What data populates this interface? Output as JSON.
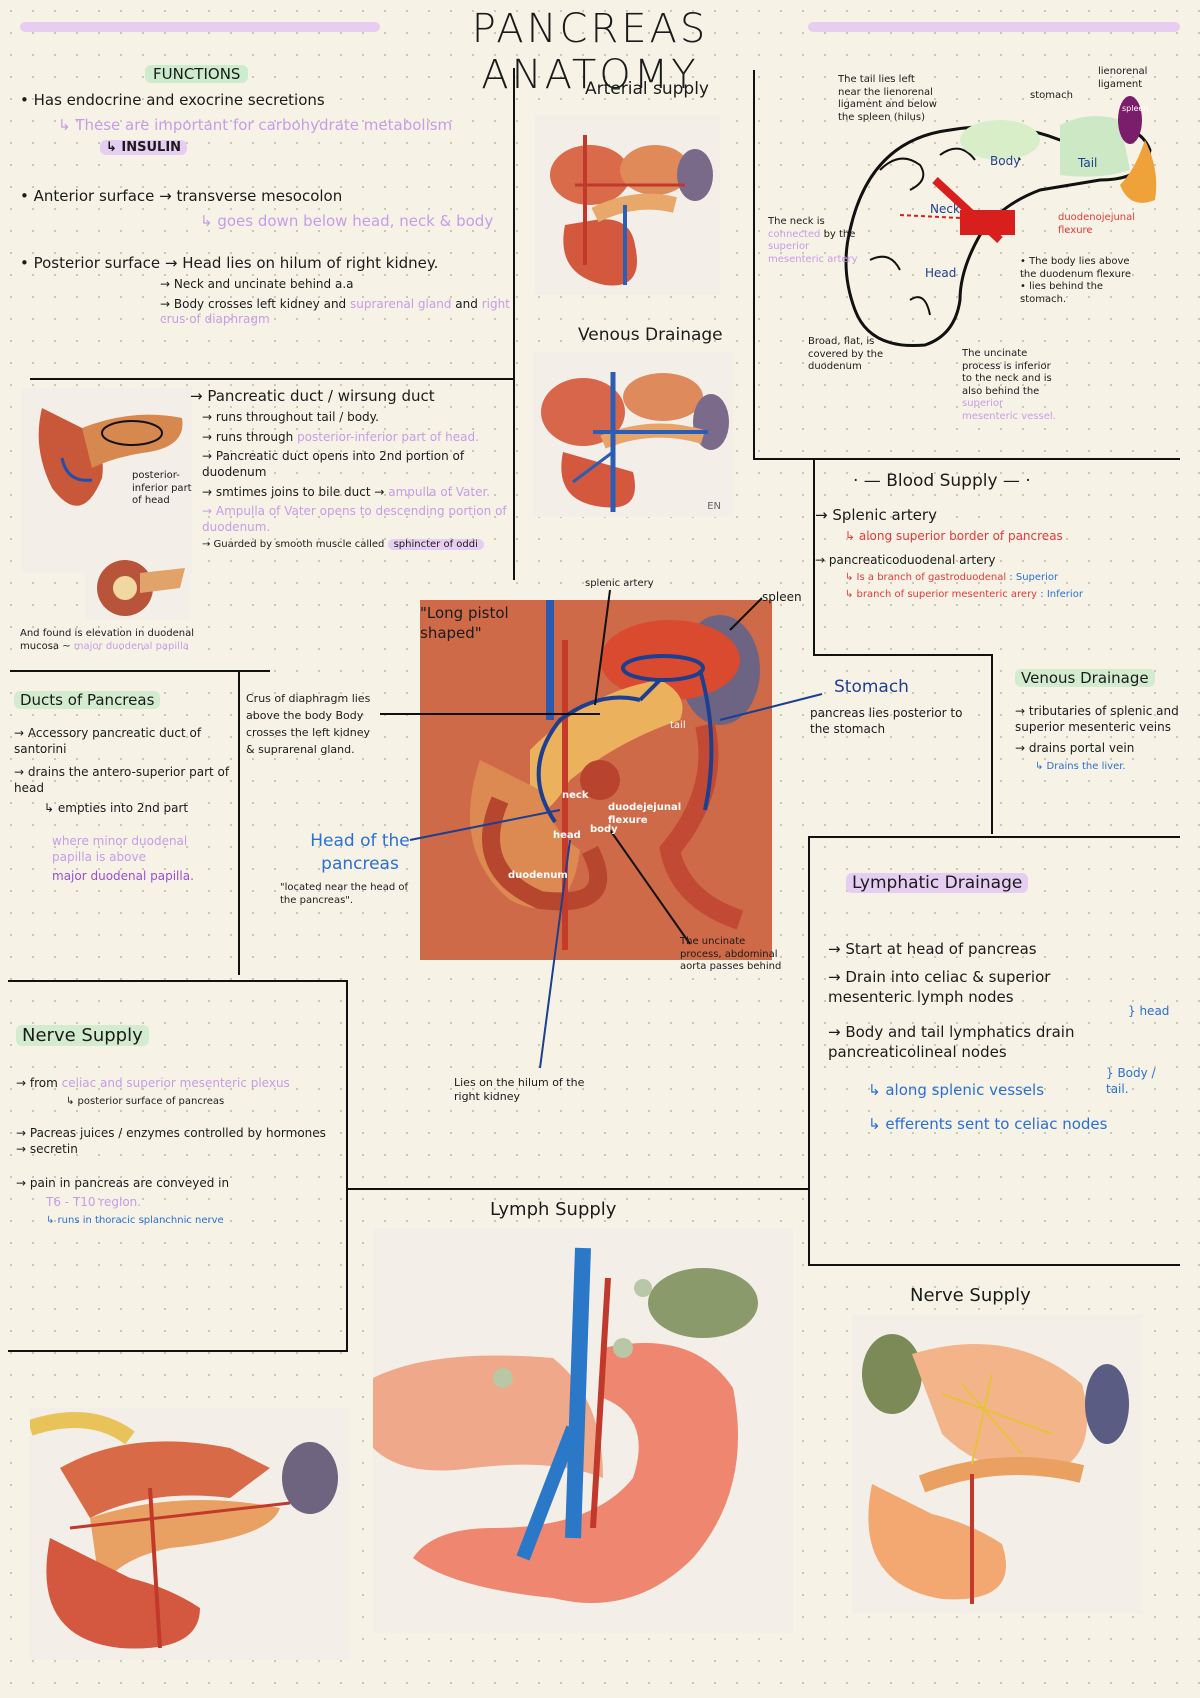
{
  "title": "PANCREAS ANATOMY",
  "functions": {
    "heading": "FUNCTIONS",
    "line1": "• Has endocrine and exocrine secretions",
    "line2": "↳ These are important for carbohydrate metabolism",
    "line3": "↳ INSULIN",
    "anterior": "• Anterior surface → transverse mesocolon",
    "anterior_sub": "↳ goes down below head, neck & body",
    "posterior": "• Posterior surface → Head lies on hilum of right kidney.",
    "posterior_b1": "→ Neck and uncinate behind a.a",
    "posterior_b2a": "→ Body crosses left kidney and",
    "posterior_b2b": "suprarenal gland",
    "posterior_b2c": "and",
    "posterior_b2d": "right crus of diaphragm"
  },
  "arterial_supply": {
    "heading": "Arterial supply"
  },
  "venous_drainage_top": {
    "heading": "Venous Drainage",
    "signature": "EN"
  },
  "diagram": {
    "tail_note": "The tail lies left near the lienorenal ligament and below the spleen (hilus)",
    "stomach": "stomach",
    "lienorenal": "lienorenal ligament",
    "spleen": "spleen",
    "body": "Body",
    "tail": "Tail",
    "neck": "Neck",
    "head": "Head",
    "duodenojejunal": "duodenojejunal flexure",
    "neck_note_a": "The neck is",
    "neck_note_b": "connected",
    "neck_note_c": "by the",
    "neck_note_d": "superior mesenteric artery",
    "body_note": "• The body lies above the duodenum flexure • lies behind the stomach.",
    "broad_note": "Broad, flat, is covered by the duodenum",
    "uncinate_note_a": "The uncinate process is inferior to the neck and is also behind the",
    "uncinate_note_b": "superior mesenteric vessel."
  },
  "ducts_figure": {
    "label": "posterior-inferior part of head",
    "duct": "→ Pancreatic duct / wirsung duct",
    "d1": "→ runs throughout tail / body.",
    "d2a": "→ runs through",
    "d2b": "posterior-inferior part of head.",
    "d3": "→ Pancreatic duct opens into 2nd portion of duodenum",
    "d4a": "→ smtimes joins to bile duct →",
    "d4b": "ampulla of Vater.",
    "d5": "→ Ampulla of Vater opens to descending portion of duodenum.",
    "d6a": "→ Guarded by smooth muscle called",
    "d6b": "sphincter of oddi",
    "caption_a": "And found is elevation in duodenal mucosa ~",
    "caption_b": "major duodenal papilla"
  },
  "blood_supply": {
    "heading": "· — Blood Supply — ·",
    "b1": "→ Splenic artery",
    "b1s": "↳ along superior border of pancreas",
    "b2": "→ pancreaticoduodenal artery",
    "b2s1": "↳ Is a branch of gastroduodenal",
    "b2s1t": ": Superior",
    "b2s2": "↳ branch of superior mesenteric arery",
    "b2s2t": ": Inferior"
  },
  "ducts_of_pancreas": {
    "heading": "Ducts of Pancreas",
    "l1": "→ Accessory pancreatic duct of santorini",
    "l2": "→ drains the antero-superior part of head",
    "l3": "↳ empties into 2nd part",
    "l4": "where minor duodenal papilla is above",
    "l5": "major duodenal papilla."
  },
  "center": {
    "crus_note": "Crus of diaphragm lies above the body Body crosses the left kidney & suprarenal gland.",
    "long_pistol": "\"Long pistol shaped\"",
    "splenic_artery": "splenic artery",
    "spleen": "spleen",
    "stomach_heading": "Stomach",
    "stomach_note": "pancreas lies posterior to the stomach",
    "head_heading": "Head of the pancreas",
    "head_note": "\"located near the head of the pancreas\".",
    "uncinate_note": "The uncinate process, abdominal aorta passes behind",
    "hilum_note": "Lies on the hilum of the right kidney",
    "label_body": "body",
    "label_tail": "tail",
    "label_neck": "neck",
    "label_head": "head",
    "label_duodenum": "duodenum",
    "label_flexure": "duodejejunal flexure"
  },
  "venous_drainage": {
    "heading": "Venous Drainage",
    "v1": "→ tributaries of splenic and superior mesenteric veins",
    "v2": "→ drains portal vein",
    "v2s": "↳ Drains the liver."
  },
  "lymphatic": {
    "heading": "Lymphatic Drainage",
    "l1": "→ Start at head of pancreas",
    "l2": "→ Drain into celiac & superior mesenteric lymph nodes",
    "l2t": "} head",
    "l3": "→ Body and tail lymphatics drain pancreaticolineal nodes",
    "l3t": "} Body / tail.",
    "l4": "↳ along splenic vessels",
    "l5": "↳ efferents sent to celiac nodes"
  },
  "nerve": {
    "heading": "Nerve Supply",
    "n1a": "→ from",
    "n1b": "celiac and superior mesenteric plexus",
    "n1s": "↳ posterior surface of pancreas",
    "n2": "→ Pacreas juices / enzymes controlled by hormones → secretin",
    "n3": "→ pain in pancreas are conveyed in",
    "n3b": "T6 - T10 region.",
    "n3s": "↳ runs in thoracic splanchnic nerve"
  },
  "lymph_supply": {
    "heading": "Lymph Supply"
  },
  "nerve_supply_fig": {
    "heading": "Nerve Supply"
  },
  "colors": {
    "paper": "#f6f3e6",
    "lavender": "#c79ce6",
    "purple": "#9b4fd0",
    "red": "#e23a3a",
    "blue": "#2a6fd6",
    "navy": "#1f3f8f"
  }
}
